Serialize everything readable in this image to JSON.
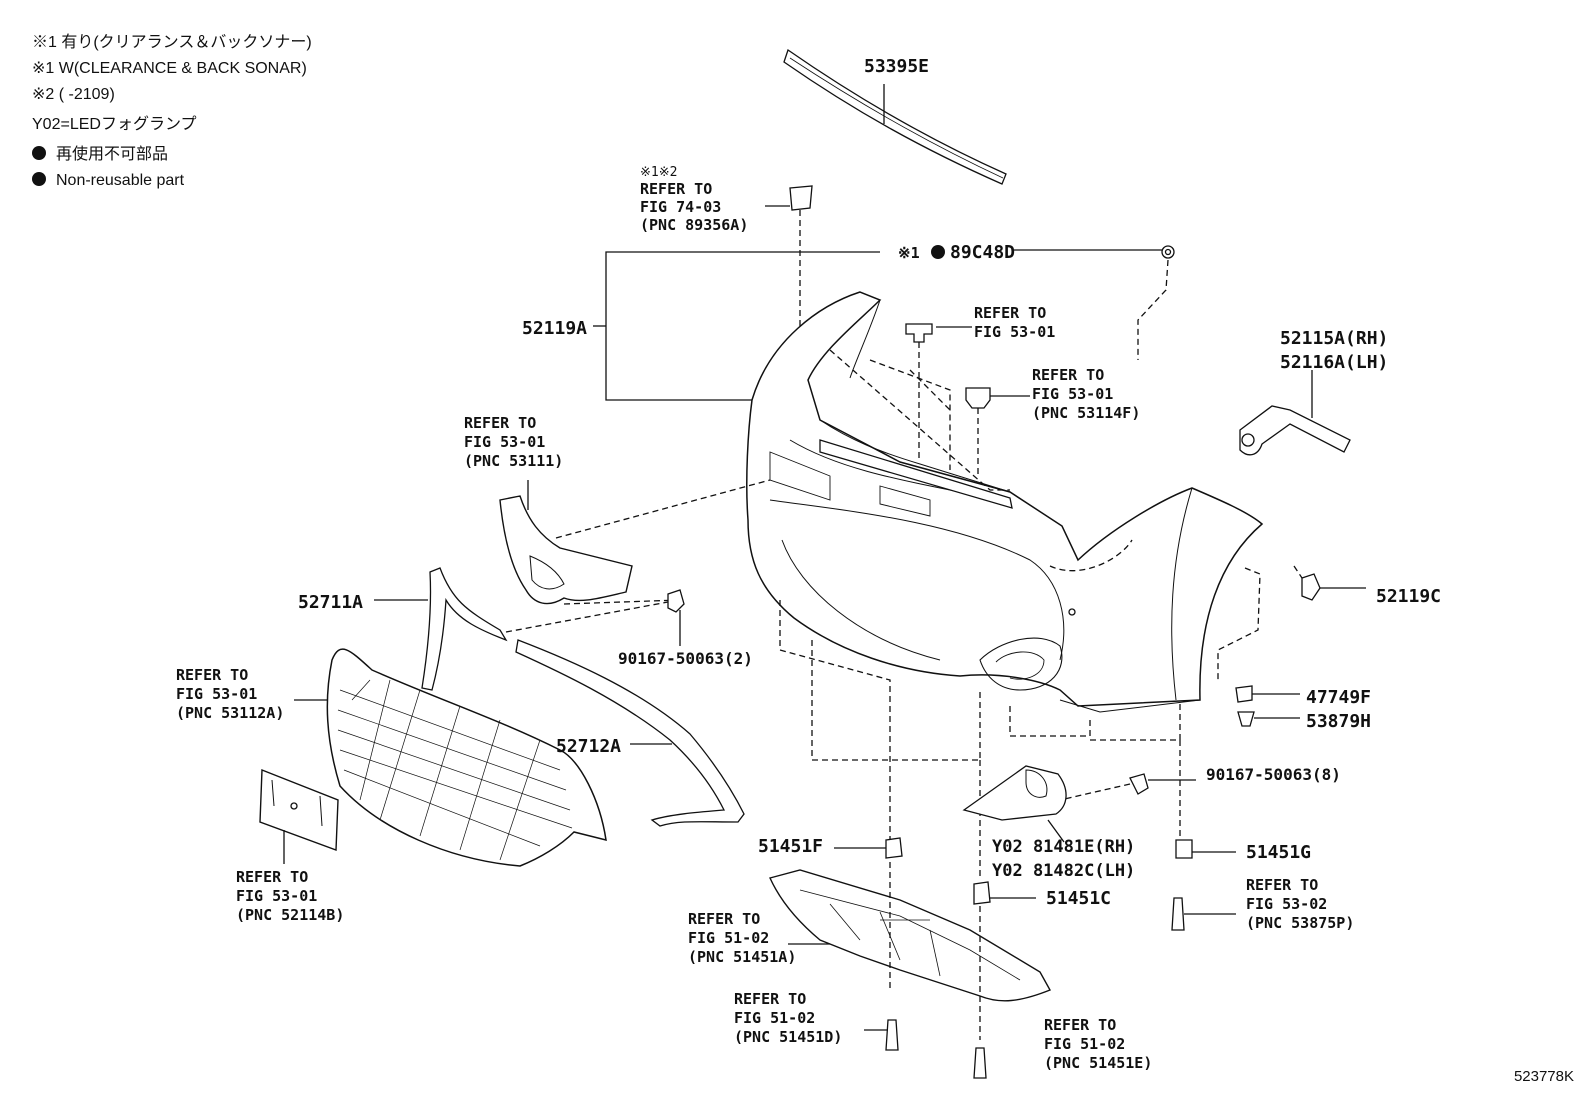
{
  "notes": {
    "n1": "※1  有り(クリアランス＆バックソナー)",
    "n2": "※1  W(CLEARANCE & BACK SONAR)",
    "n3": "※2  (        -2109)",
    "n4": "Y02=LEDフォグランプ",
    "n5": "再使用不可部品",
    "n6": "Non-reusable part"
  },
  "labels": {
    "p53395E": "53395E",
    "p52119A": "52119A",
    "p89C48D": "89C48D",
    "mark89C48D": "※1",
    "p52115A": "52115A(RH)",
    "p52116A": "52116A(LH)",
    "p52119C": "52119C",
    "p47749F": "47749F",
    "p53879H": "53879H",
    "p52711A": "52711A",
    "p52712A": "52712A",
    "p9016750063_2": "90167-50063(2)",
    "p9016750063_8": "90167-50063(8)",
    "p51451F": "51451F",
    "p51451G": "51451G",
    "p51451C": "51451C",
    "p81481E": "Y02 81481E(RH)",
    "p81482C": "Y02 81482C(LH)"
  },
  "refs": {
    "r89356A": {
      "mark": "※1※2",
      "l1": "REFER TO",
      "l2": "FIG 74-03",
      "l3": "(PNC 89356A)"
    },
    "r5301a": {
      "l1": "REFER TO",
      "l2": "FIG 53-01"
    },
    "r53114F": {
      "l1": "REFER TO",
      "l2": "FIG 53-01",
      "l3": "(PNC 53114F)"
    },
    "r53111": {
      "l1": "REFER TO",
      "l2": "FIG 53-01",
      "l3": "(PNC 53111)"
    },
    "r53112A": {
      "l1": "REFER TO",
      "l2": "FIG 53-01",
      "l3": "(PNC 53112A)"
    },
    "r52114B": {
      "l1": "REFER TO",
      "l2": "FIG 53-01",
      "l3": "(PNC 52114B)"
    },
    "r51451A": {
      "l1": "REFER TO",
      "l2": "FIG 51-02",
      "l3": "(PNC 51451A)"
    },
    "r51451D": {
      "l1": "REFER TO",
      "l2": "FIG 51-02",
      "l3": "(PNC 51451D)"
    },
    "r51451E": {
      "l1": "REFER TO",
      "l2": "FIG 51-02",
      "l3": "(PNC 51451E)"
    },
    "r53875P": {
      "l1": "REFER TO",
      "l2": "FIG 53-02",
      "l3": "(PNC 53875P)"
    }
  },
  "code": "523778K"
}
